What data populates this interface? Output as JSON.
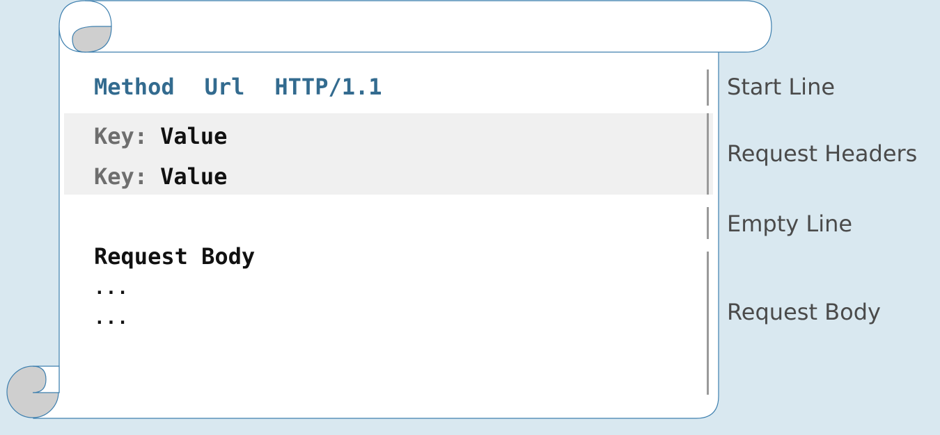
{
  "message": {
    "start_line": {
      "method": "Method",
      "url": "Url",
      "version": "HTTP/1.1"
    },
    "headers": [
      {
        "key": "Key",
        "separator": ":",
        "value": "Value"
      },
      {
        "key": "Key",
        "separator": ":",
        "value": "Value"
      }
    ],
    "body": {
      "title": "Request Body",
      "lines": [
        "...",
        "..."
      ]
    }
  },
  "labels": {
    "start_line": "Start Line",
    "request_headers": "Request Headers",
    "empty_line": "Empty Line",
    "request_body": "Request Body"
  },
  "colors": {
    "background": "#d9e8f0",
    "scroll_fill": "#ffffff",
    "scroll_stroke": "#3d7fae",
    "curl_fill": "#cfcfcf",
    "start_line_text": "#336b8f",
    "header_band": "#f0f0f0",
    "header_key": "#6e6e6e",
    "bracket": "#9a9a9a",
    "label_text": "#4a4a4a"
  }
}
